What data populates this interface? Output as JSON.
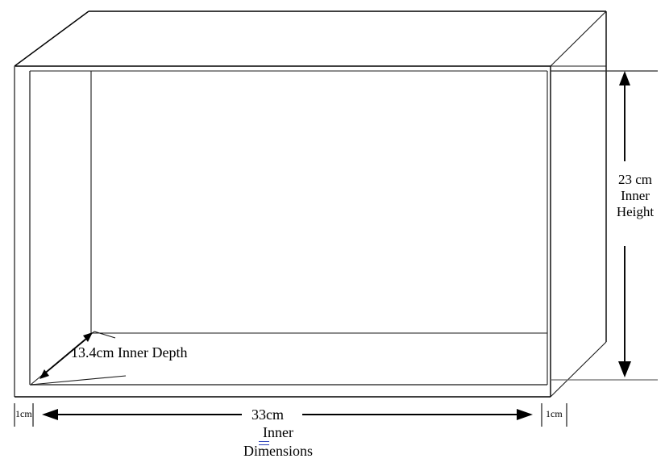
{
  "figure": {
    "type": "technical-drawing",
    "subject": "rectangular box enclosure shown in perspective with inner dimensions"
  },
  "labels": {
    "depth": "13.4cm Inner Depth",
    "height_value": "23 cm",
    "height_word1": "Inner",
    "height_word2": "Height",
    "width": "33cm",
    "caption_line1": "Inner",
    "caption_line2": "Dimensions",
    "wall_left": "1cm",
    "wall_right": "1cm"
  },
  "measurements": {
    "inner_depth": "13.4cm",
    "inner_height": "23 cm",
    "inner_width": "33cm",
    "wall_thickness_left": "1cm",
    "wall_thickness_right": "1cm"
  },
  "colors": {
    "outline": "#000000",
    "outline_gray": "#5a5a5a",
    "dimension": "#000000",
    "smarttag": "#2a3fb8",
    "background": "#ffffff"
  }
}
